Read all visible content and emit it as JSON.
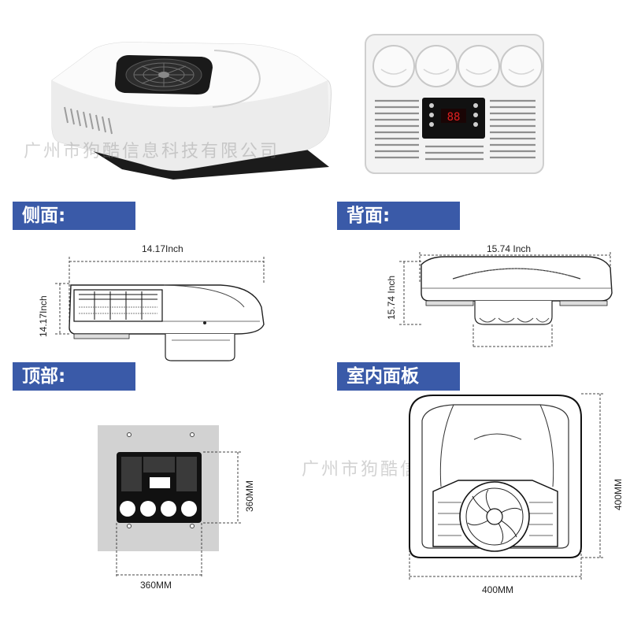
{
  "watermark_text": "广州市狗酷信息科技有限公司",
  "sections": {
    "side": "侧面:",
    "back": "背面:",
    "top": "顶部:",
    "indoor_panel": "室内面板"
  },
  "dimensions": {
    "side_width": "14.17Inch",
    "side_height": "14.17Inch",
    "back_width": "15.74 Inch",
    "back_height": "15.74 Inch",
    "top_width": "360MM",
    "top_height": "360MM",
    "panel_width": "400MM",
    "panel_height": "400MM"
  },
  "colors": {
    "label_bg": "#3a5aa8",
    "label_text": "#ffffff",
    "top_plate": "#d2d2d2",
    "panel_frame": "#111111",
    "display_digits": "#e02020"
  },
  "icons": [
    "fan-grille-icon",
    "air-vent-icon",
    "control-display-icon"
  ]
}
